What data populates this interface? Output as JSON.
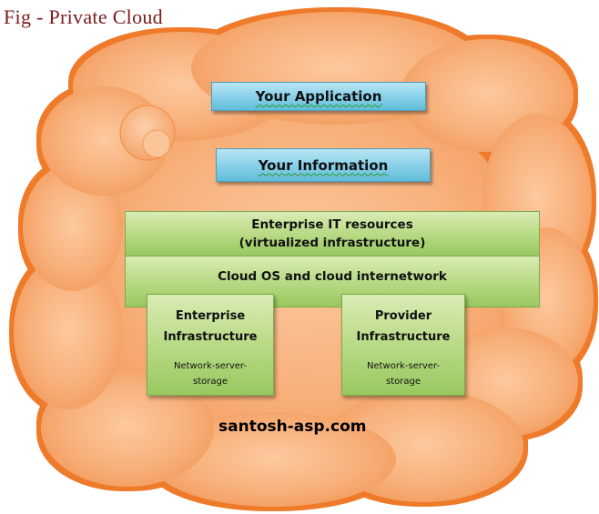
{
  "title": "Fig - Private Cloud",
  "colors": {
    "cloud_fill": "#f7a86a",
    "cloud_edge": "#ee7a2c",
    "app_box": "#8fd3ea",
    "infra_box": "#bcdc8a",
    "title_text": "#7b1a1a"
  },
  "boxes": {
    "application": "Your Application",
    "information": "Your Information",
    "it_resources_line1": "Enterprise IT resources",
    "it_resources_line2": "(virtualized infrastructure)",
    "cloud_os": "Cloud OS and cloud internetwork",
    "enterprise_infra_line1": "Enterprise",
    "enterprise_infra_line2": "Infrastructure",
    "enterprise_infra_sub_line1": "Network-server-",
    "enterprise_infra_sub_line2": "storage",
    "provider_infra_line1": "Provider",
    "provider_infra_line2": "Infrastructure",
    "provider_infra_sub_line1": "Network-server-",
    "provider_infra_sub_line2": "storage"
  },
  "footer": "santosh-asp.com"
}
